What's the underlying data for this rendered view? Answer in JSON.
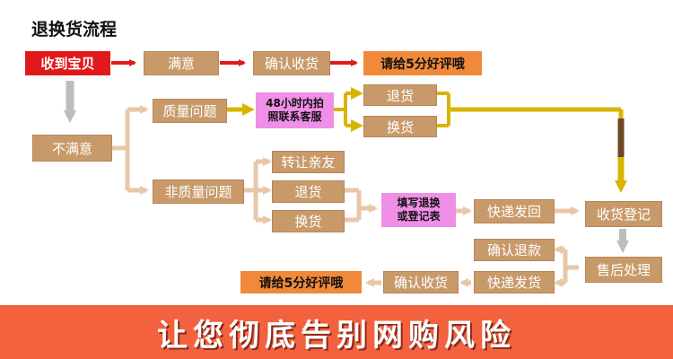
{
  "title": "退换货流程",
  "nodes": {
    "received": "收到宝贝",
    "satisfied": "满意",
    "confirm_receipt_top": "确认收货",
    "praise_top": "请给5分好评哦",
    "unsatisfied": "不满意",
    "quality_issue": "质量问题",
    "photo_contact_line1": "48小时内拍",
    "photo_contact_line2": "照联系客服",
    "return_top": "退货",
    "exchange_top": "换货",
    "non_quality_issue": "非质量问题",
    "transfer_friends": "转让亲友",
    "return_mid": "退货",
    "exchange_mid": "换货",
    "fill_form_line1": "填写退换",
    "fill_form_line2": "或登记表",
    "express_return": "快递发回",
    "receive_register": "收货登记",
    "confirm_refund": "确认退款",
    "express_ship": "快递发货",
    "aftersale": "售后处理",
    "confirm_receipt_bottom": "确认收货",
    "praise_bottom": "请给5分好评哦"
  },
  "banner": "让您彻底告别网购风险",
  "colors": {
    "tan": "#c89a6a",
    "red": "#e01a1a",
    "orange": "#f08a3a",
    "pink": "#f08fe8",
    "gray_arrow": "#bdbdbd",
    "light_tan_arrow": "#e8c7a8",
    "gold_line": "#d8b400",
    "banner": "#f2623f"
  }
}
